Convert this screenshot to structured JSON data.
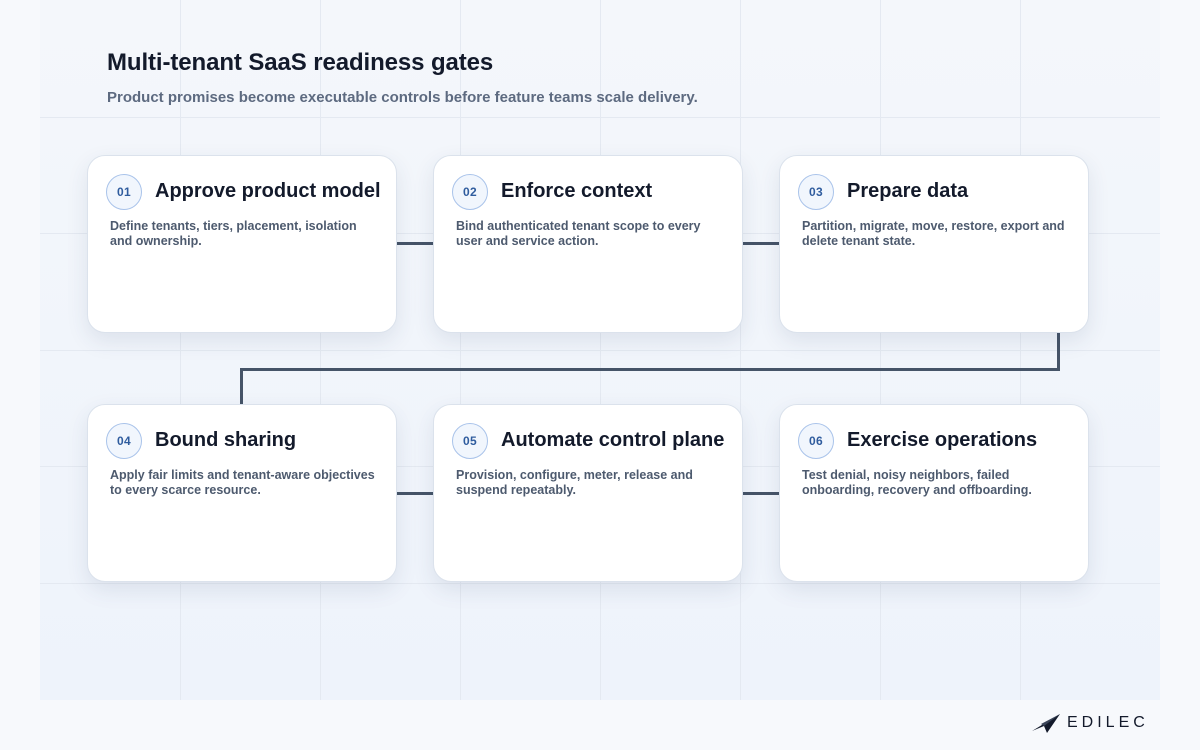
{
  "header": {
    "title": "Multi-tenant SaaS readiness gates",
    "subtitle": "Product promises become executable controls before feature teams scale delivery."
  },
  "steps": [
    {
      "number": "01",
      "title": "Approve product model",
      "description": "Define tenants, tiers, placement, isolation and ownership."
    },
    {
      "number": "02",
      "title": "Enforce context",
      "description": "Bind authenticated tenant scope to every user and service action."
    },
    {
      "number": "03",
      "title": "Prepare data",
      "description": "Partition, migrate, move, restore, export and delete tenant state."
    },
    {
      "number": "04",
      "title": "Bound sharing",
      "description": "Apply fair limits and tenant-aware objectives to every scarce resource."
    },
    {
      "number": "05",
      "title": "Automate control plane",
      "description": "Provision, configure, meter, release and suspend repeatably."
    },
    {
      "number": "06",
      "title": "Exercise operations",
      "description": "Test denial, noisy neighbors, failed onboarding, recovery and offboarding."
    }
  ],
  "brand": {
    "logo_text": "EDILEC",
    "logo_icon": "paper-plane-logo-icon"
  },
  "colors": {
    "connector": "#465468",
    "badge_text": "#2f5c9e",
    "badge_border": "#a9c3ea",
    "title_text": "#131a2b",
    "body_text": "#4d5a6e"
  }
}
